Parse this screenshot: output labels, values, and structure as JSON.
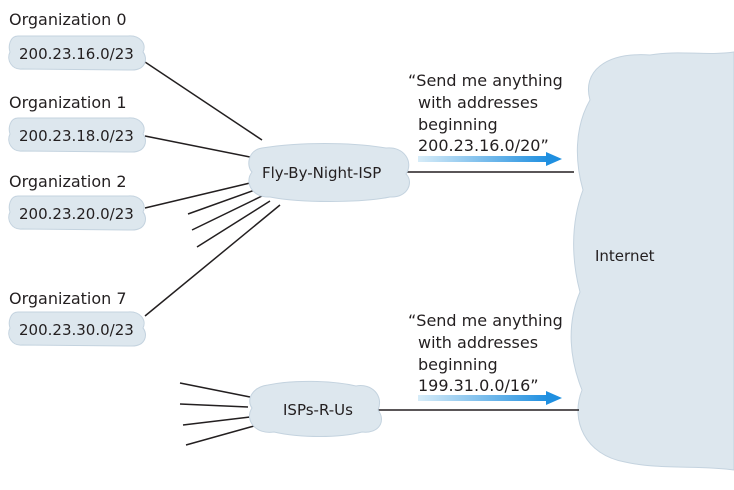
{
  "organizations": [
    {
      "name": "Organization 0",
      "prefix": "200.23.16.0/23"
    },
    {
      "name": "Organization 1",
      "prefix": "200.23.18.0/23"
    },
    {
      "name": "Organization 2",
      "prefix": "200.23.20.0/23"
    },
    {
      "name": "Organization 7",
      "prefix": "200.23.30.0/23"
    }
  ],
  "isps": [
    {
      "name": "Fly-By-Night-ISP",
      "advertisement": [
        "“Send me anything",
        "with addresses",
        "beginning",
        "200.23.16.0/20”"
      ]
    },
    {
      "name": "ISPs-R-Us",
      "advertisement": [
        "“Send me anything",
        "with addresses",
        "beginning",
        "199.31.0.0/16”"
      ]
    }
  ],
  "internet": {
    "label": "Internet"
  },
  "colors": {
    "cloud_fill": "#dde7ee",
    "arrow_start": "#d7ecf8",
    "arrow_end": "#1f8fe0",
    "line": "#231f20"
  }
}
